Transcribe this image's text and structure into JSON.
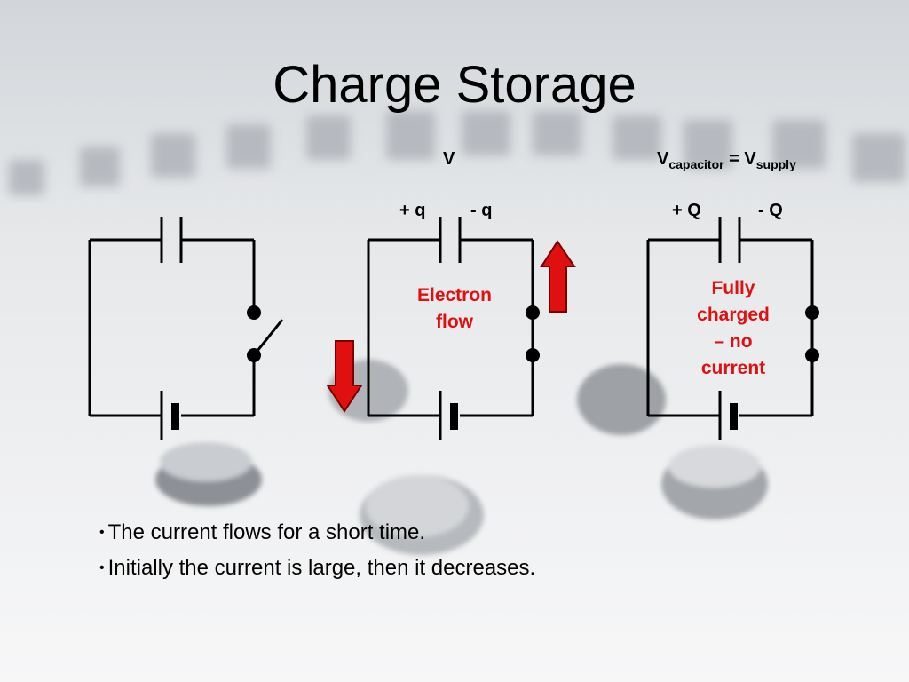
{
  "slide": {
    "title": "Charge Storage"
  },
  "circuit2": {
    "voltage_label": "V",
    "left_plate_label": "+ q",
    "right_plate_label": "- q",
    "annotation_line1": "Electron",
    "annotation_line2": "flow"
  },
  "circuit3": {
    "voltage_main": "V",
    "voltage_sub1": "capacitor",
    "equals": " = ",
    "voltage_sub2": "supply",
    "left_plate_label": "+ Q",
    "right_plate_label": "- Q",
    "annotation_line1": "Fully",
    "annotation_line2": "charged",
    "annotation_line3": "– no",
    "annotation_line4": "current"
  },
  "bullets": [
    "The current flows for a short time.",
    "Initially the current is large, then it decreases."
  ],
  "bullet_marker": "•",
  "colors": {
    "annotation": "#e01010",
    "arrow_fill": "#e01010",
    "wire": "#000000"
  }
}
